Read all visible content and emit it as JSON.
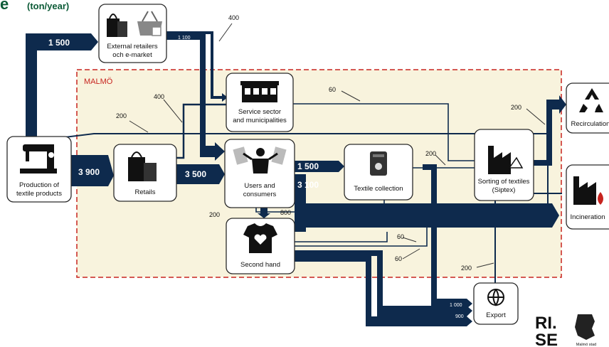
{
  "title": {
    "part1": "e",
    "part2": "(ton/year)"
  },
  "region_label": "MALMÖ",
  "nodes": {
    "production": {
      "line1": "Production of",
      "line2": "textile products"
    },
    "external": {
      "line1": "External retailers",
      "line2": "och e-market"
    },
    "service": {
      "line1": "Service sector",
      "line2": "and municipalities"
    },
    "retails": {
      "line1": "Retails"
    },
    "users": {
      "line1": "Users and",
      "line2": "consumers"
    },
    "collection": {
      "line1": "Textile collection"
    },
    "sorting": {
      "line1": "Sorting of textiles",
      "line2": "(Siptex)"
    },
    "secondhand": {
      "line1": "Second hand"
    },
    "export": {
      "line1": "Export"
    },
    "recirculation": {
      "line1": "Recirculation"
    },
    "incineration": {
      "line1": "Incineration"
    }
  },
  "flows": {
    "prod_to_external": "1 500",
    "external_to_users": "1 100",
    "external_to_service": "400",
    "prod_to_service": "400",
    "prod_to_sorting": "200",
    "prod_to_retail": "3 900",
    "retail_to_users": "3 500",
    "users_to_collection": "1 500",
    "users_to_incineration": "3 100",
    "service_to_sorting": "60",
    "sorting_to_recirculation": "200",
    "collection_to_sorting": "200",
    "users_to_secondhand_a": "200",
    "users_to_secondhand_b": "800",
    "secondhand_60_a": "60",
    "secondhand_60_b": "60",
    "to_export_200": "200",
    "export_in_a": "1 000",
    "export_in_b": "900"
  },
  "logos": {
    "rise_top": "RI.",
    "rise_bottom": "SE",
    "city": "Malmö stad"
  },
  "colors": {
    "flow": "#0e2a4d",
    "region_fill": "#f8f3dd",
    "region_border": "#c7241f",
    "title": "#0b5a36"
  },
  "icons": [
    "sewing-machine-icon",
    "shopping-bag-icon",
    "basket-icon",
    "shop-icon",
    "consumer-icon",
    "collection-bin-icon",
    "factory-recycle-icon",
    "tshirt-heart-icon",
    "globe-icon",
    "recycle-icon",
    "factory-fire-icon"
  ]
}
